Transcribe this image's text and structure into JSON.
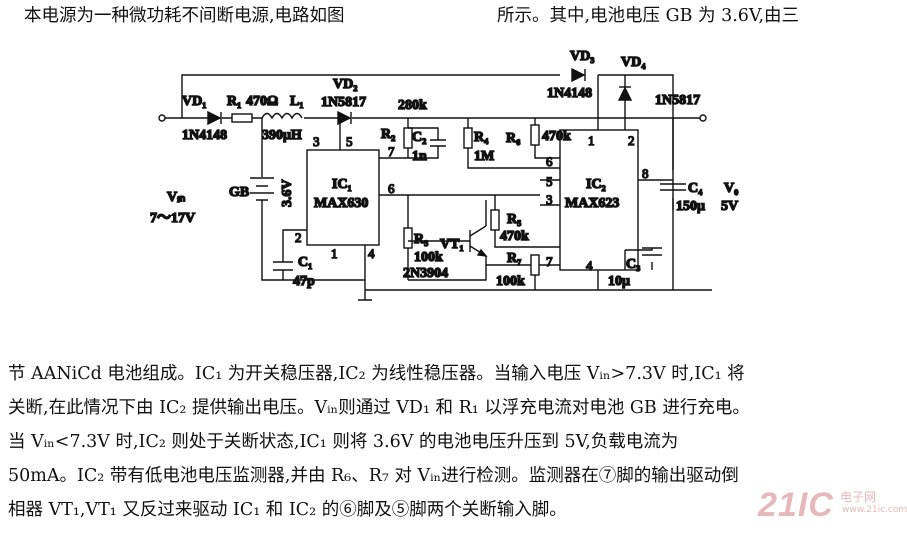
{
  "intro": {
    "line1a": "本电源为一种微功耗不间断电源,电路如图",
    "line1b": "所示。其中,电池电压 GB 为 3.6V,由三"
  },
  "body": [
    "节 AANiCd 电池组成。IC₁ 为开关稳压器,IC₂ 为线性稳压器。当输入电压 Vᵢₙ>7.3V 时,IC₁ 将",
    "关断,在此情况下由 IC₂ 提供输出电压。Vᵢₙ则通过 VD₁ 和 R₁ 以浮充电流对电池 GB 进行充电。",
    "当 Vᵢₙ<7.3V 时,IC₂ 则处于关断状态,IC₁ 则将 3.6V 的电池电压升压到 5V,负载电流为",
    "50mA。IC₂ 带有低电池电压监测器,并由 R₆、R₇ 对 Vᵢₙ进行检测。监测器在⑦脚的输出驱动倒",
    "相器 VT₁,VT₁ 又反过来驱动 IC₁ 和 IC₂ 的⑥脚及⑤脚两个关断输入脚。"
  ],
  "schematic": {
    "vd1": "VD₁",
    "r1": "R₁",
    "r1_val": "470Ω",
    "l1": "L₁",
    "l1_val": "390μH",
    "vd1_part": "1N4148",
    "vd2": "VD₂",
    "vd2_part": "1N5817",
    "r2_val": "280k",
    "r2": "R₂",
    "c2": "C₂",
    "c2_val": "1n",
    "r4": "R₄",
    "r4_val": "1M",
    "r6": "R₆",
    "r6_val": "470k",
    "vd3": "VD₃",
    "vd3_part": "1N4148",
    "vd4": "VD₄",
    "vd4_part": "1N5817",
    "ic1": "IC₁",
    "ic1_part": "MAX630",
    "ic2": "IC₂",
    "ic2_part": "MAX623",
    "gb": "GB",
    "gb_val": "3.6V",
    "c1": "C₁",
    "c1_val": "47p",
    "vin": "Vᵢₙ",
    "vin_range": "7～17V",
    "r3": "R₃",
    "r3_val": "100k",
    "vt1": "VT₁",
    "vt1_part": "2N3904",
    "r5": "R₅",
    "r5_val": "470k",
    "r7": "R₇",
    "r7_val": "100k",
    "c3": "C₃",
    "c3_val": "10μ",
    "c4": "C₄",
    "c4_val": "150μ",
    "vo": "V₀",
    "vo_val": "5V",
    "ic1_pins": [
      "3",
      "5",
      "7",
      "6",
      "1",
      "4",
      "2"
    ],
    "ic2_pins": [
      "1",
      "2",
      "6",
      "5",
      "3",
      "8",
      "7",
      "4"
    ]
  },
  "watermark": {
    "logo": "21IC",
    "cn": "电子网",
    "url": "www.21ic.com"
  }
}
